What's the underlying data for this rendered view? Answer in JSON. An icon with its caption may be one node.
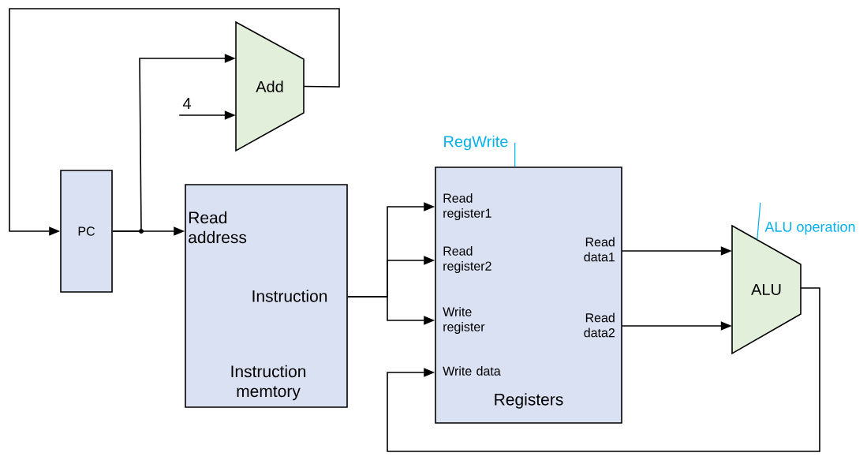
{
  "diagram": {
    "nodes": [
      {
        "text": [
          "Add"
        ]
      },
      {
        "text": [
          "4"
        ]
      },
      {
        "text": [
          "PC"
        ]
      },
      {
        "text": [
          "Read address",
          "Instruction",
          "Instruction memtory"
        ]
      },
      {
        "text": [
          "Read register1",
          "Read register2",
          "Write register",
          "Write data",
          "Read data1",
          "Read data2",
          "Registers"
        ]
      },
      {
        "text": [
          "ALU"
        ]
      },
      {
        "text": [
          "RegWrite"
        ]
      },
      {
        "text": [
          "ALU operation"
        ]
      }
    ],
    "edges": [
      {
        "from": 2,
        "to": 3,
        "arrow": "to"
      },
      {
        "from": 2,
        "to": 0,
        "arrow": "to"
      },
      {
        "from": 1,
        "to": 0,
        "arrow": "to"
      },
      {
        "from": 0,
        "to": 2,
        "arrow": "to"
      },
      {
        "from": 3,
        "to": 4,
        "arrow": "to"
      },
      {
        "from": 3,
        "to": 4,
        "arrow": "to"
      },
      {
        "from": 3,
        "to": 4,
        "arrow": "to"
      },
      {
        "from": 4,
        "to": 5,
        "arrow": "to"
      },
      {
        "from": 4,
        "to": 5,
        "arrow": "to"
      },
      {
        "from": 5,
        "to": 4,
        "arrow": "to"
      },
      {
        "from": 6,
        "to": 4,
        "arrow": "none",
        "color": "#00b0f0"
      },
      {
        "from": 7,
        "to": 5,
        "arrow": "none",
        "color": "#00b0f0"
      }
    ]
  }
}
